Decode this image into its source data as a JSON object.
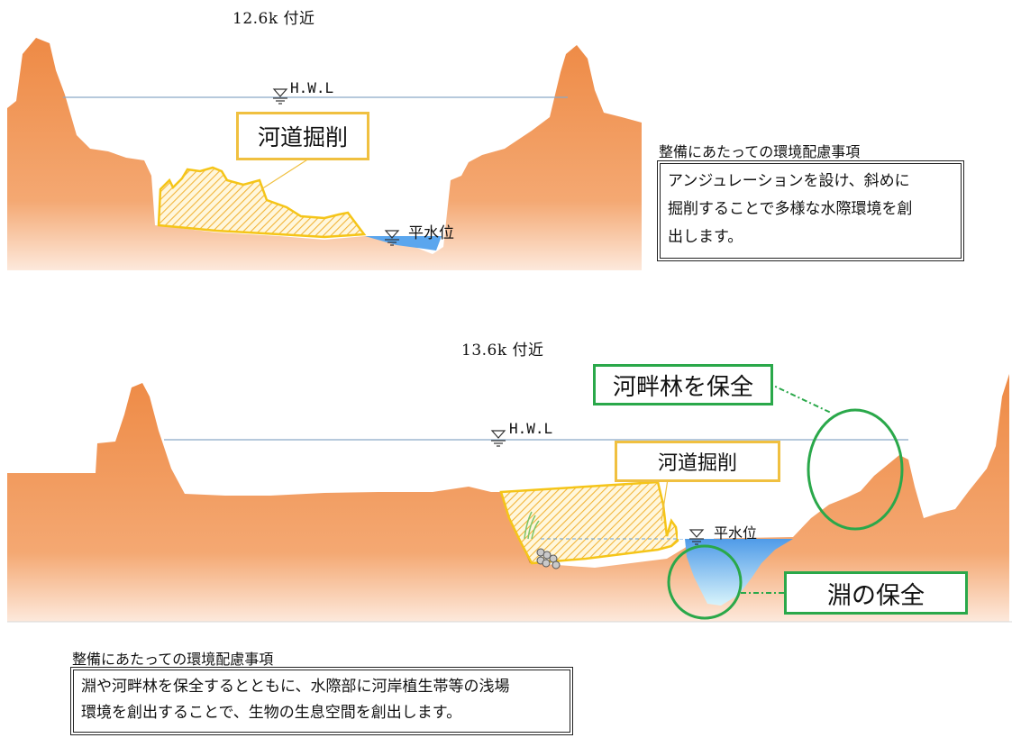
{
  "section1": {
    "title": "12.6k 付近",
    "hwl_label": "H.W.L",
    "normal_water_label": "平水位",
    "callout_excavation": "河道掘削",
    "note_heading": "整備にあたっての環境配慮事項",
    "note_lines": [
      "アンジュレーションを設け、斜めに",
      "掘削することで多様な水際環境を創",
      "出します。"
    ]
  },
  "section2": {
    "title": "13.6k 付近",
    "hwl_label": "H.W.L",
    "normal_water_label": "平水位",
    "callout_excavation": "河道掘削",
    "callout_forest": "河畔林を保全",
    "callout_pool": "淵の保全",
    "note_heading": "整備にあたっての環境配慮事項",
    "note_lines": [
      "淵や河畔林を保全するとともに、水際部に河岸植生帯等の浅場",
      "環境を創出することで、生物の生息空間を創出します。"
    ]
  },
  "colors": {
    "ground_top": "#ee8a45",
    "ground_bottom": "#fbe6d6",
    "hatch": "#f5c518",
    "water": "#6aaef0",
    "callout_orange": "#f0c040",
    "callout_green": "#2aa84a"
  },
  "icons": [
    "water-level-triangle-icon",
    "stone-cluster-icon",
    "vegetation-icon"
  ]
}
